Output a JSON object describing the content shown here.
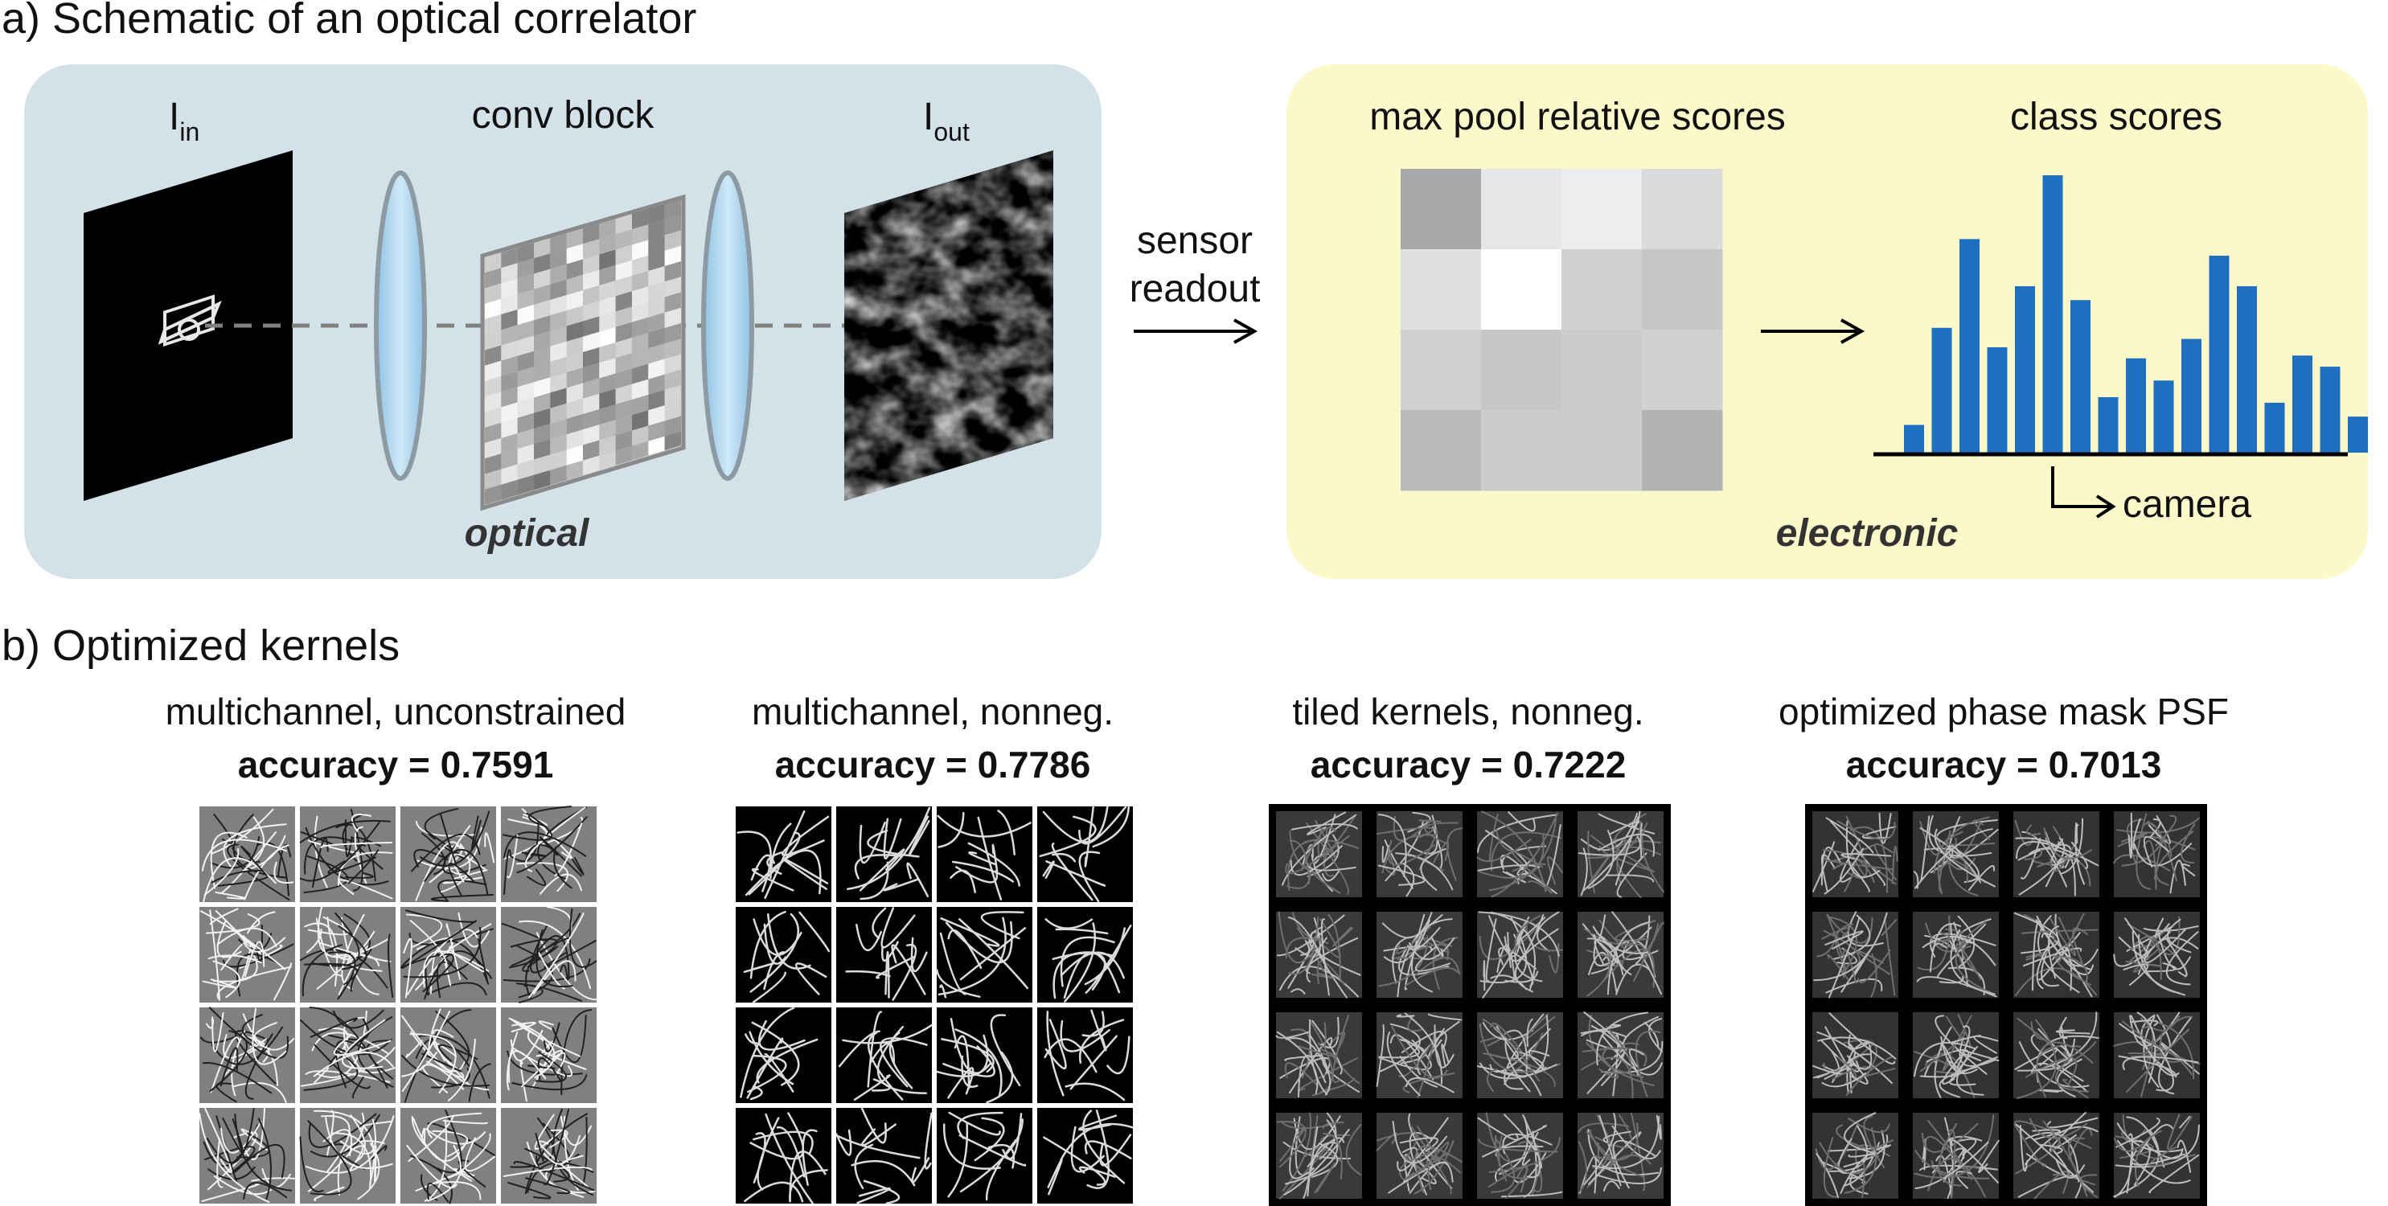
{
  "section_a": {
    "title": "a) Schematic of an optical correlator",
    "input_label": "I",
    "input_sub": "in",
    "conv_label": "conv block",
    "output_label": "I",
    "output_sub": "out",
    "optical_label": "optical",
    "sensor_line1": "sensor",
    "sensor_line2": "readout",
    "maxpool_label": "max pool relative scores",
    "class_label": "class scores",
    "camera_label": "camera",
    "electronic_label": "electronic",
    "maxpool_grid": [
      [
        0.66,
        0.9,
        0.93,
        0.86
      ],
      [
        0.88,
        1.0,
        0.82,
        0.78
      ],
      [
        0.82,
        0.78,
        0.8,
        0.82
      ],
      [
        0.73,
        0.8,
        0.8,
        0.7
      ]
    ],
    "class_scores": [
      0.1,
      0.45,
      0.77,
      0.38,
      0.6,
      1.0,
      0.55,
      0.2,
      0.34,
      0.26,
      0.41,
      0.71,
      0.6,
      0.18,
      0.35,
      0.31,
      0.13
    ],
    "class_camera_index": 5,
    "colors": {
      "optical_bg": "#d3e2e8",
      "electronic_bg": "#fbf8c9",
      "bar": "#1e6fbf",
      "lens_fill": "#a6d0ec",
      "lens_edge": "#8d9aa4"
    }
  },
  "section_b": {
    "title": "b) Optimized kernels",
    "groups": [
      {
        "name": "multichannel, unconstrained",
        "accuracy": "accuracy = 0.7591",
        "style": "unconstrained"
      },
      {
        "name": "multichannel, nonneg.",
        "accuracy": "accuracy = 0.7786",
        "style": "nonneg"
      },
      {
        "name": "tiled kernels, nonneg.",
        "accuracy": "accuracy = 0.7222",
        "style": "tiled"
      },
      {
        "name": "optimized phase mask PSF",
        "accuracy": "accuracy = 0.7013",
        "style": "psf"
      }
    ]
  }
}
